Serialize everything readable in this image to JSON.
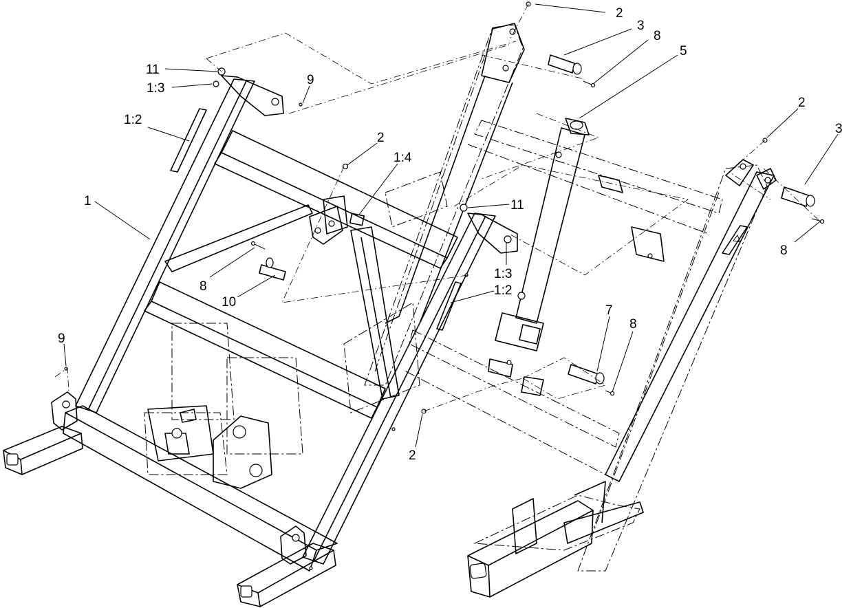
{
  "diagram": {
    "callouts": [
      {
        "id": "c-2-top",
        "text": "2"
      },
      {
        "id": "c-3-top",
        "text": "3"
      },
      {
        "id": "c-8-top",
        "text": "8"
      },
      {
        "id": "c-5",
        "text": "5"
      },
      {
        "id": "c-11-left",
        "text": "11"
      },
      {
        "id": "c-1-3-left",
        "text": "1:3"
      },
      {
        "id": "c-9-top",
        "text": "9"
      },
      {
        "id": "c-1-2-left",
        "text": "1:2"
      },
      {
        "id": "c-2-mid",
        "text": "2"
      },
      {
        "id": "c-1-4",
        "text": "1:4"
      },
      {
        "id": "c-2-right",
        "text": "2"
      },
      {
        "id": "c-3-right",
        "text": "3"
      },
      {
        "id": "c-1",
        "text": "1"
      },
      {
        "id": "c-11-mid",
        "text": "11"
      },
      {
        "id": "c-8-right",
        "text": "8"
      },
      {
        "id": "c-1-3-mid",
        "text": "1:3"
      },
      {
        "id": "c-8-left",
        "text": "8"
      },
      {
        "id": "c-1-2-mid",
        "text": "1:2"
      },
      {
        "id": "c-10",
        "text": "10"
      },
      {
        "id": "c-7",
        "text": "7"
      },
      {
        "id": "c-8-bottom",
        "text": "8"
      },
      {
        "id": "c-9-bottom",
        "text": "9"
      },
      {
        "id": "c-2-bottom",
        "text": "2"
      }
    ]
  }
}
